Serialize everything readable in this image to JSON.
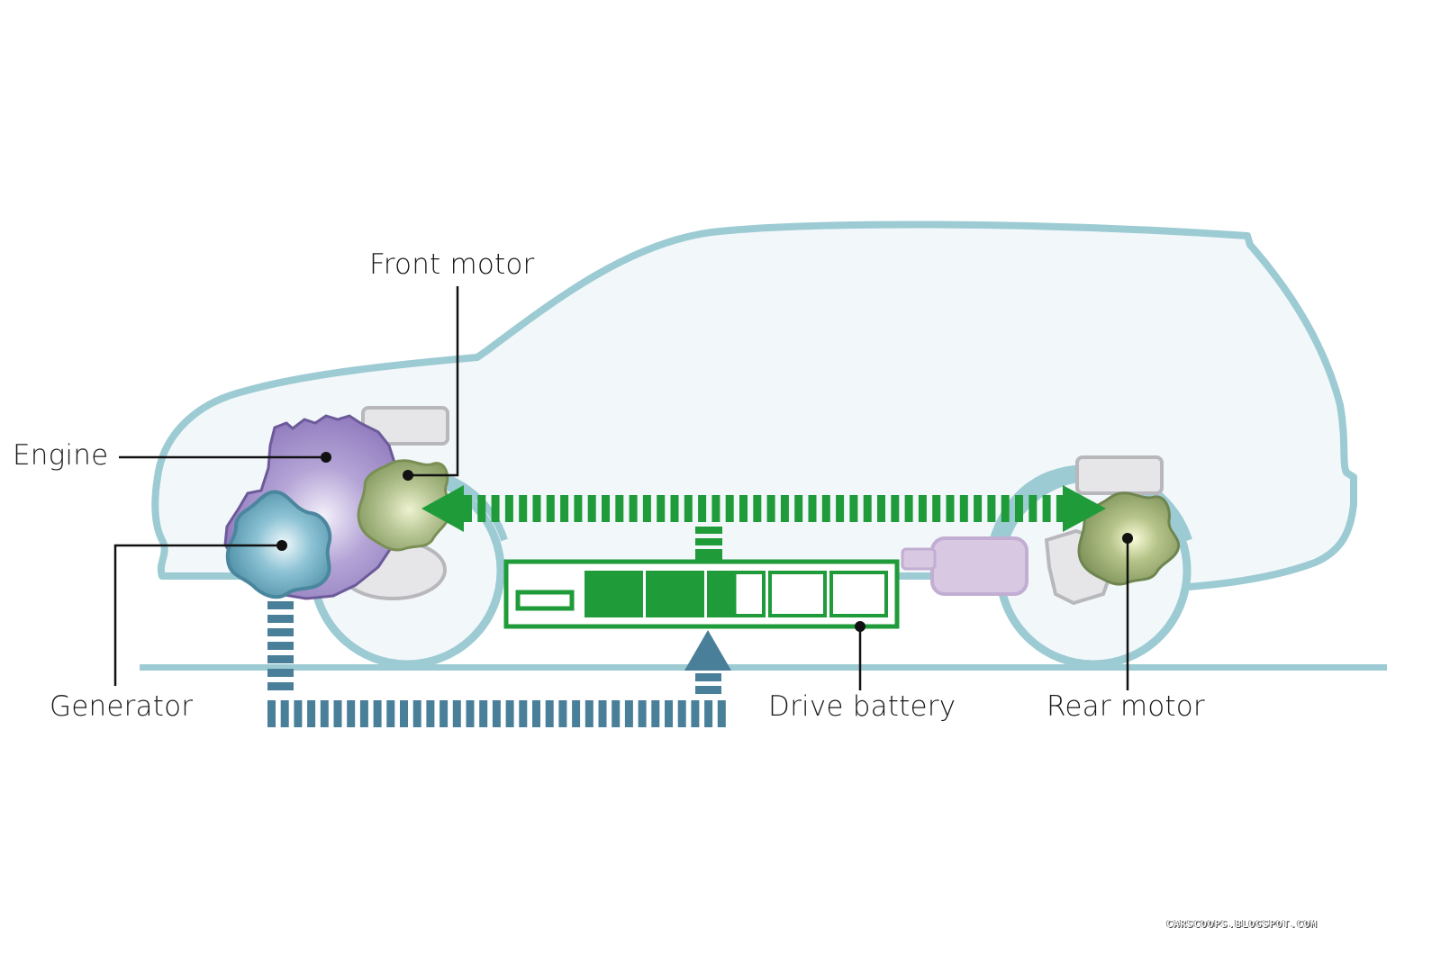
{
  "diagram": {
    "title": "Plug-in hybrid drivetrain layout",
    "labels": {
      "front_motor": "Front motor",
      "engine": "Engine",
      "generator": "Generator",
      "drive_battery": "Drive battery",
      "rear_motor": "Rear motor"
    },
    "battery": {
      "cells_total": 5,
      "cells_full": 2,
      "partial_cell_fill": 0.5,
      "charge_fraction": 0.5
    },
    "flows": [
      {
        "from": "drive_battery",
        "to": "front_motor",
        "color": "#1f9b3a"
      },
      {
        "from": "drive_battery",
        "to": "rear_motor",
        "color": "#1f9b3a"
      },
      {
        "from": "generator",
        "to": "drive_battery",
        "color": "#4a7f99"
      }
    ],
    "colors": {
      "body_outline": "#9ccbd3",
      "body_fill": "#f2f7fa",
      "engine": "#9a86c6",
      "generator": "#5f9fb6",
      "motor": "#9fb27a",
      "battery": "#1f9b3a",
      "generator_flow": "#4a7f99",
      "rear_component": "#d4c4e0"
    },
    "watermark": "CARSCOOPS.BLOGSPOT.COM"
  }
}
